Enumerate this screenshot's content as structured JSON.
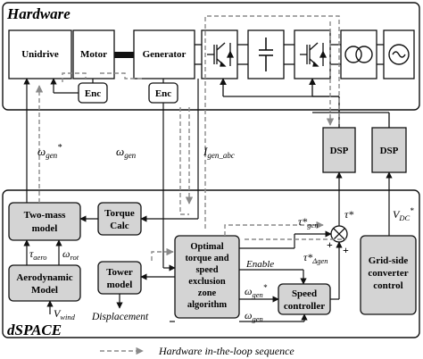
{
  "sections": {
    "hardware": "Hardware",
    "dspace": "dSPACE"
  },
  "hardware_blocks": {
    "unidrive": "Unidrive",
    "motor": "Motor",
    "generator": "Generator",
    "enc_motor": "Enc",
    "enc_generator": "Enc",
    "dsp_left": "DSP",
    "dsp_right": "DSP"
  },
  "dspace_blocks": {
    "two_mass": [
      "Two-mass",
      "model"
    ],
    "torque_calc": [
      "Torque",
      "Calc"
    ],
    "aero": [
      "Aerodynamic",
      "Model"
    ],
    "tower": [
      "Tower",
      "model"
    ],
    "optimal": [
      "Optimal",
      "torque and",
      "speed",
      "exclusion",
      "zone",
      "algorithm"
    ],
    "speed_ctrl": [
      "Speed",
      "controller"
    ],
    "grid_side": [
      "Grid-side",
      "converter",
      "control"
    ]
  },
  "signals": {
    "omega_gen_star": {
      "base": "ω",
      "sub": "gen",
      "sup": "*"
    },
    "omega_gen": {
      "base": "ω",
      "sub": "gen"
    },
    "i_gen_abc": {
      "base": "I",
      "sub": "gen_abc"
    },
    "tau_aero": {
      "base": "τ",
      "sub": "aero"
    },
    "omega_rot": {
      "base": "ω",
      "sub": "rot"
    },
    "v_wind": {
      "base": "V",
      "sub": "wind"
    },
    "displacement": "Displacement",
    "enable": "Enable",
    "omega_gen_star_2": {
      "base": "ω",
      "sub": "gen",
      "sup": "*"
    },
    "omega_gen_2": {
      "base": "ω",
      "sub": "gen"
    },
    "tau_gen_star": {
      "base": "τ*",
      "sub": "gen"
    },
    "tau_star": {
      "base": "τ*"
    },
    "tau_delta_gen_star": {
      "base": "τ*",
      "sub": "Δgen"
    },
    "v_dc_star": {
      "base": "V",
      "sub": "DC",
      "sup": "*"
    },
    "plus_1": "+",
    "plus_2": "+"
  },
  "legend": {
    "label": "Hardware in-the-loop sequence",
    "line_color": "#8a8a8a"
  },
  "colors": {
    "block_fill": "#d4d4d4",
    "hw_block_fill": "#ffffff",
    "line": "#111111",
    "dashed": "#8a8a8a"
  }
}
